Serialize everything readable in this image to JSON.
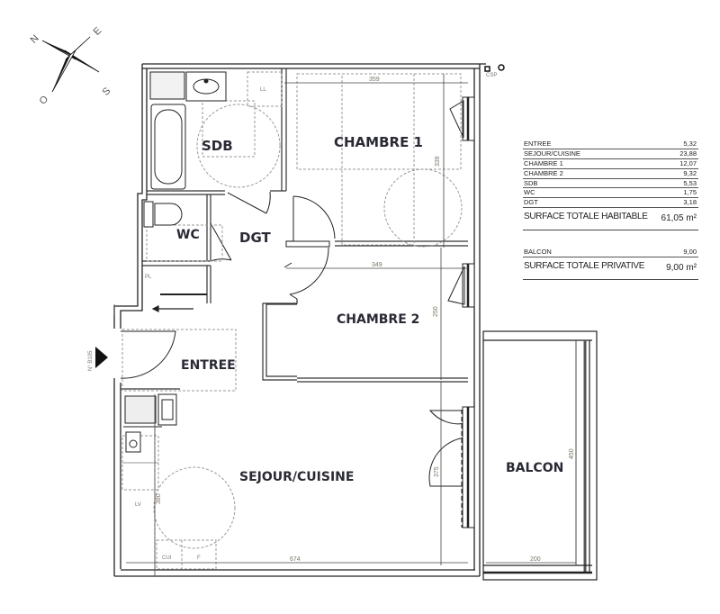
{
  "compass": {
    "north": "N",
    "east": "E",
    "south": "S",
    "west": "O"
  },
  "rooms": [
    {
      "id": "sdb",
      "label": "SDB"
    },
    {
      "id": "chambre1",
      "label": "CHAMBRE 1"
    },
    {
      "id": "wc",
      "label": "WC"
    },
    {
      "id": "dgt",
      "label": "DGT"
    },
    {
      "id": "chambre2",
      "label": "CHAMBRE 2"
    },
    {
      "id": "entree",
      "label": "ENTREE"
    },
    {
      "id": "sejour",
      "label": "SEJOUR/CUISINE"
    },
    {
      "id": "balcon",
      "label": "BALCON"
    }
  ],
  "fixtures": {
    "ll": "LL",
    "pl": "PL",
    "cui": "CUI",
    "f": "F",
    "lv": "LV",
    "csp": "CSP",
    "entrance_marker": "N° B105"
  },
  "dimensions": {
    "chambre1_width": "359",
    "chambre1_depth": "339",
    "chambre2_width": "349",
    "chambre2_depth": "250",
    "sejour_width": "674",
    "sejour_depth": "380",
    "sejour_door": "375",
    "balcon_width": "200",
    "balcon_depth": "450"
  },
  "area_table": {
    "rows": [
      {
        "name": "ENTREE",
        "value": "5,32"
      },
      {
        "name": "SEJOUR/CUISINE",
        "value": "23,88"
      },
      {
        "name": "CHAMBRE 1",
        "value": "12,07"
      },
      {
        "name": "CHAMBRE 2",
        "value": "9,32"
      },
      {
        "name": "SDB",
        "value": "5,53"
      },
      {
        "name": "WC",
        "value": "1,75"
      },
      {
        "name": "DGT",
        "value": "3,18"
      }
    ],
    "total_habitable": {
      "label": "SURFACE TOTALE HABITABLE",
      "value": "61,05 m²"
    },
    "annex_rows": [
      {
        "name": "BALCON",
        "value": "9,00"
      }
    ],
    "total_privative": {
      "label": "SURFACE TOTALE PRIVATIVE",
      "value": "9,00 m²"
    }
  }
}
